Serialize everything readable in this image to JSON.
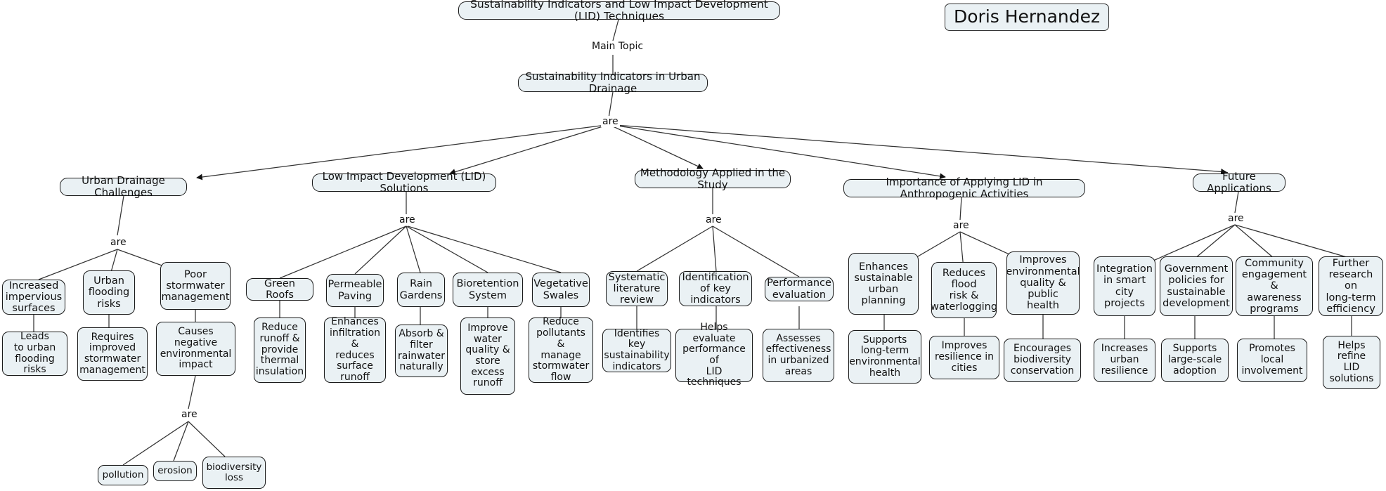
{
  "author": {
    "name": "Doris Hernandez"
  },
  "link_labels": {
    "main_topic": "Main Topic",
    "are": "are"
  },
  "nodes": {
    "title": "Sustainability Indicators and Low Impact Development (LID) Techniques",
    "root": "Sustainability Indicators in Urban Drainage",
    "branch_challenges": "Urban Drainage Challenges",
    "branch_lid": "Low Impact Development (LID) Solutions",
    "branch_methodology": "Methodology Applied in the Study",
    "branch_importance": "Importance of Applying LID in Anthropogenic Activities",
    "branch_future": "Future Applications",
    "ch_1": "Increased\nimpervious\nsurfaces",
    "ch_2": "Urban\nflooding\nrisks",
    "ch_3": "Poor\nstormwater\nmanagement",
    "ch_1_1": "Leads\nto urban\nflooding risks",
    "ch_2_1": "Requires\nimproved\nstormwater\nmanagement",
    "ch_3_1": "Causes\nnegative\nenvironmental\nimpact",
    "ch_3_1_1": "pollution",
    "ch_3_1_2": "erosion",
    "ch_3_1_3": "biodiversity\nloss",
    "lid_1": "Green Roofs",
    "lid_2": "Permeable\nPaving",
    "lid_3": "Rain\nGardens",
    "lid_4": "Bioretention\nSystem",
    "lid_5": "Vegetative\nSwales",
    "lid_1_1": "Reduce\nrunoff &\nprovide\nthermal\ninsulation",
    "lid_2_1": "Enhances\ninfiltration &\nreduces\nsurface\nrunoff",
    "lid_3_1": "Absorb &\nfilter\nrainwater\nnaturally",
    "lid_4_1": "Improve\nwater\nquality &\nstore\nexcess\nrunoff",
    "lid_5_1": "Reduce\npollutants &\nmanage\nstormwater\nflow",
    "me_1": "Systematic\nliterature\nreview",
    "me_2": "Identification\nof key\nindicators",
    "me_3": "Performance\nevaluation",
    "me_1_1": "Identifies key\nsustainability\nindicators",
    "me_2_1": "Helps\nevaluate\nperformance of\nLID techniques",
    "me_3_1": "Assesses\neffectiveness\nin urbanized\nareas",
    "im_1": "Enhances\nsustainable\nurban\nplanning",
    "im_2": "Reduces\nflood\nrisk &\nwaterlogging",
    "im_3": "Improves\nenvironmental\nquality &\npublic\nhealth",
    "im_1_1": "Supports\nlong-term\nenvironmental\nhealth",
    "im_2_1": "Improves\nresilience in\ncities",
    "im_3_1": "Encourages\nbiodiversity\nconservation",
    "fu_1": "Integration\nin smart\ncity\nprojects",
    "fu_2": "Government\npolicies for\nsustainable\ndevelopment",
    "fu_3": "Community\nengagement &\nawareness\nprograms",
    "fu_4": "Further\nresearch on\nlong-term\nefficiency",
    "fu_1_1": "Increases\nurban\nresilience",
    "fu_2_1": "Supports\nlarge-scale\nadoption",
    "fu_3_1": "Promotes\nlocal\ninvolvement",
    "fu_4_1": "Helps\nrefine\nLID\nsolutions"
  },
  "colors": {
    "node_fill": "#eaf1f4",
    "node_border": "#1a1a1a",
    "background": "#ffffff",
    "text": "#111111"
  }
}
